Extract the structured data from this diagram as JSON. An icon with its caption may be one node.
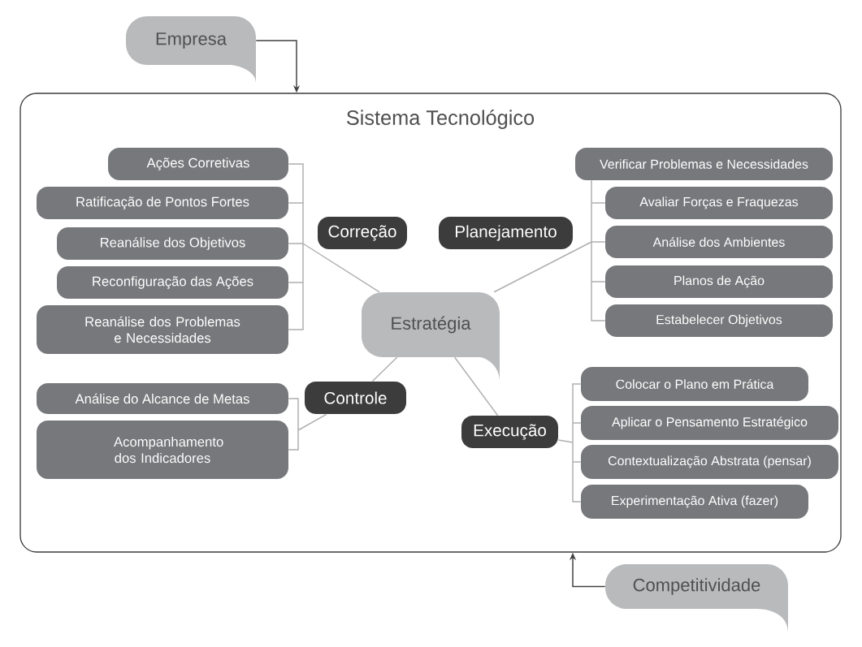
{
  "diagram": {
    "nodes": [
      {
        "text": [
          "Empresa"
        ]
      },
      {
        "text": [
          "Sistema Tecnológico"
        ]
      },
      {
        "text": [
          "Estratégia"
        ],
        "in": 1
      },
      {
        "text": [
          "Correção"
        ],
        "in": 1
      },
      {
        "text": [
          "Planejamento"
        ],
        "in": 1
      },
      {
        "text": [
          "Controle"
        ],
        "in": 1
      },
      {
        "text": [
          "Execução"
        ],
        "in": 1
      },
      {
        "text": [
          "Ações Corretivas"
        ],
        "in": 1
      },
      {
        "text": [
          "Ratificação de Pontos Fortes"
        ],
        "in": 1
      },
      {
        "text": [
          "Reanálise dos Objetivos"
        ],
        "in": 1
      },
      {
        "text": [
          "Reconfiguração das Ações"
        ],
        "in": 1
      },
      {
        "text": [
          "Reanálise dos Problemas e Necessidades"
        ],
        "in": 1
      },
      {
        "text": [
          "Verificar Problemas e Necessidades"
        ],
        "in": 1
      },
      {
        "text": [
          "Avaliar Forças e Fraquezas"
        ],
        "in": 1
      },
      {
        "text": [
          "Análise dos Ambientes"
        ],
        "in": 1
      },
      {
        "text": [
          "Planos de Ação"
        ],
        "in": 1
      },
      {
        "text": [
          "Estabelecer Objetivos"
        ],
        "in": 1
      },
      {
        "text": [
          "Análise do Alcance de Metas"
        ],
        "in": 1
      },
      {
        "text": [
          "Acompanhamento dos Indicadores"
        ],
        "in": 1
      },
      {
        "text": [
          "Colocar o Plano em Prática"
        ],
        "in": 1
      },
      {
        "text": [
          "Aplicar o Pensamento Estratégico"
        ],
        "in": 1
      },
      {
        "text": [
          "Contextualização Abstrata (pensar)"
        ],
        "in": 1
      },
      {
        "text": [
          "Experimentação Ativa (fazer)"
        ],
        "in": 1
      },
      {
        "text": [
          "Competitividade"
        ]
      }
    ],
    "edges": [
      {
        "from": 0,
        "to": 1,
        "arrow": "to",
        "color": "#404040"
      },
      {
        "from": 23,
        "to": 1,
        "arrow": "to",
        "color": "#404040"
      },
      {
        "from": 2,
        "to": 7,
        "arrow": "none"
      },
      {
        "from": 2,
        "to": 8,
        "arrow": "none"
      },
      {
        "from": 2,
        "to": 9,
        "arrow": "none"
      },
      {
        "from": 2,
        "to": 10,
        "arrow": "none"
      },
      {
        "from": 2,
        "to": 11,
        "arrow": "none"
      },
      {
        "from": 2,
        "to": 12,
        "arrow": "none"
      },
      {
        "from": 2,
        "to": 13,
        "arrow": "none"
      },
      {
        "from": 2,
        "to": 14,
        "arrow": "none"
      },
      {
        "from": 2,
        "to": 15,
        "arrow": "none"
      },
      {
        "from": 2,
        "to": 16,
        "arrow": "none"
      },
      {
        "from": 2,
        "to": 5,
        "arrow": "none"
      },
      {
        "from": 5,
        "to": 17,
        "arrow": "none"
      },
      {
        "from": 5,
        "to": 18,
        "arrow": "none"
      },
      {
        "from": 2,
        "to": 6,
        "arrow": "none"
      },
      {
        "from": 6,
        "to": 19,
        "arrow": "none"
      },
      {
        "from": 6,
        "to": 20,
        "arrow": "none"
      },
      {
        "from": 6,
        "to": 21,
        "arrow": "none"
      },
      {
        "from": 6,
        "to": 22,
        "arrow": "none"
      }
    ]
  }
}
